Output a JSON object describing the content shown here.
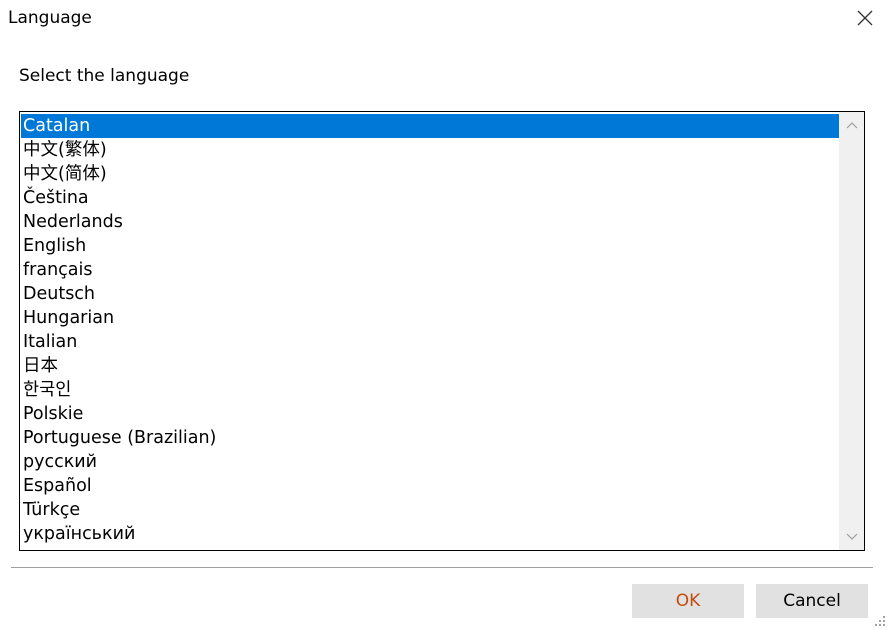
{
  "window": {
    "title": "Language",
    "close_icon": "close-icon"
  },
  "prompt": "Select the language",
  "languages": {
    "selected_index": 0,
    "items": [
      "Catalan",
      "中文(繁体)",
      "中文(简体)",
      "Čeština",
      "Nederlands",
      "English",
      "français",
      "Deutsch",
      "Hungarian",
      "Italian",
      "日本",
      "한국인",
      "Polskie",
      "Portuguese (Brazilian)",
      "русский",
      "Español",
      "Türkçe",
      "український"
    ]
  },
  "buttons": {
    "ok_label": "OK",
    "cancel_label": "Cancel"
  },
  "colors": {
    "selection": "#0078d7",
    "ok_text": "#c44b0f",
    "button_bg": "#e1e1e1"
  }
}
